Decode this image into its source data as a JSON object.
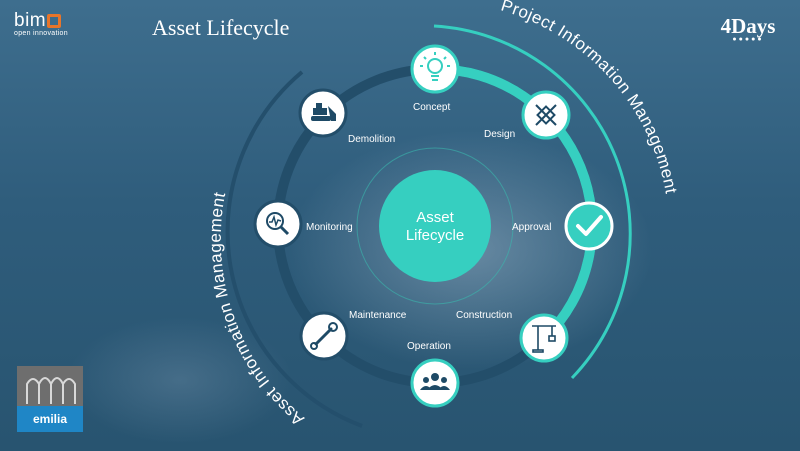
{
  "header": {
    "title": "Asset Lifecycle",
    "bimo_wordmark": "bim",
    "bimo_tagline": "open innovation",
    "days_logo": "4Days",
    "days_dots": "●●●●●",
    "emilia_logo": "emilia"
  },
  "diagram": {
    "center_line1": "Asset",
    "center_line2": "Lifecycle",
    "outer_arc_right": "Project Information Management",
    "outer_arc_left": "Asset Information Management",
    "stages": [
      {
        "label": "Concept",
        "icon": "lightbulb-icon"
      },
      {
        "label": "Design",
        "icon": "pencil-ruler-icon"
      },
      {
        "label": "Approval",
        "icon": "checkmark-icon"
      },
      {
        "label": "Construction",
        "icon": "crane-icon"
      },
      {
        "label": "Operation",
        "icon": "people-icon"
      },
      {
        "label": "Maintenance",
        "icon": "wrench-icon"
      },
      {
        "label": "Monitoring",
        "icon": "magnifier-chart-icon"
      },
      {
        "label": "Demolition",
        "icon": "bulldozer-icon"
      }
    ],
    "colors": {
      "teal": "#36cfc0",
      "dark_ring": "#23506c",
      "node_fill": "#ffffff",
      "icon_dark": "#1e4a66"
    }
  }
}
